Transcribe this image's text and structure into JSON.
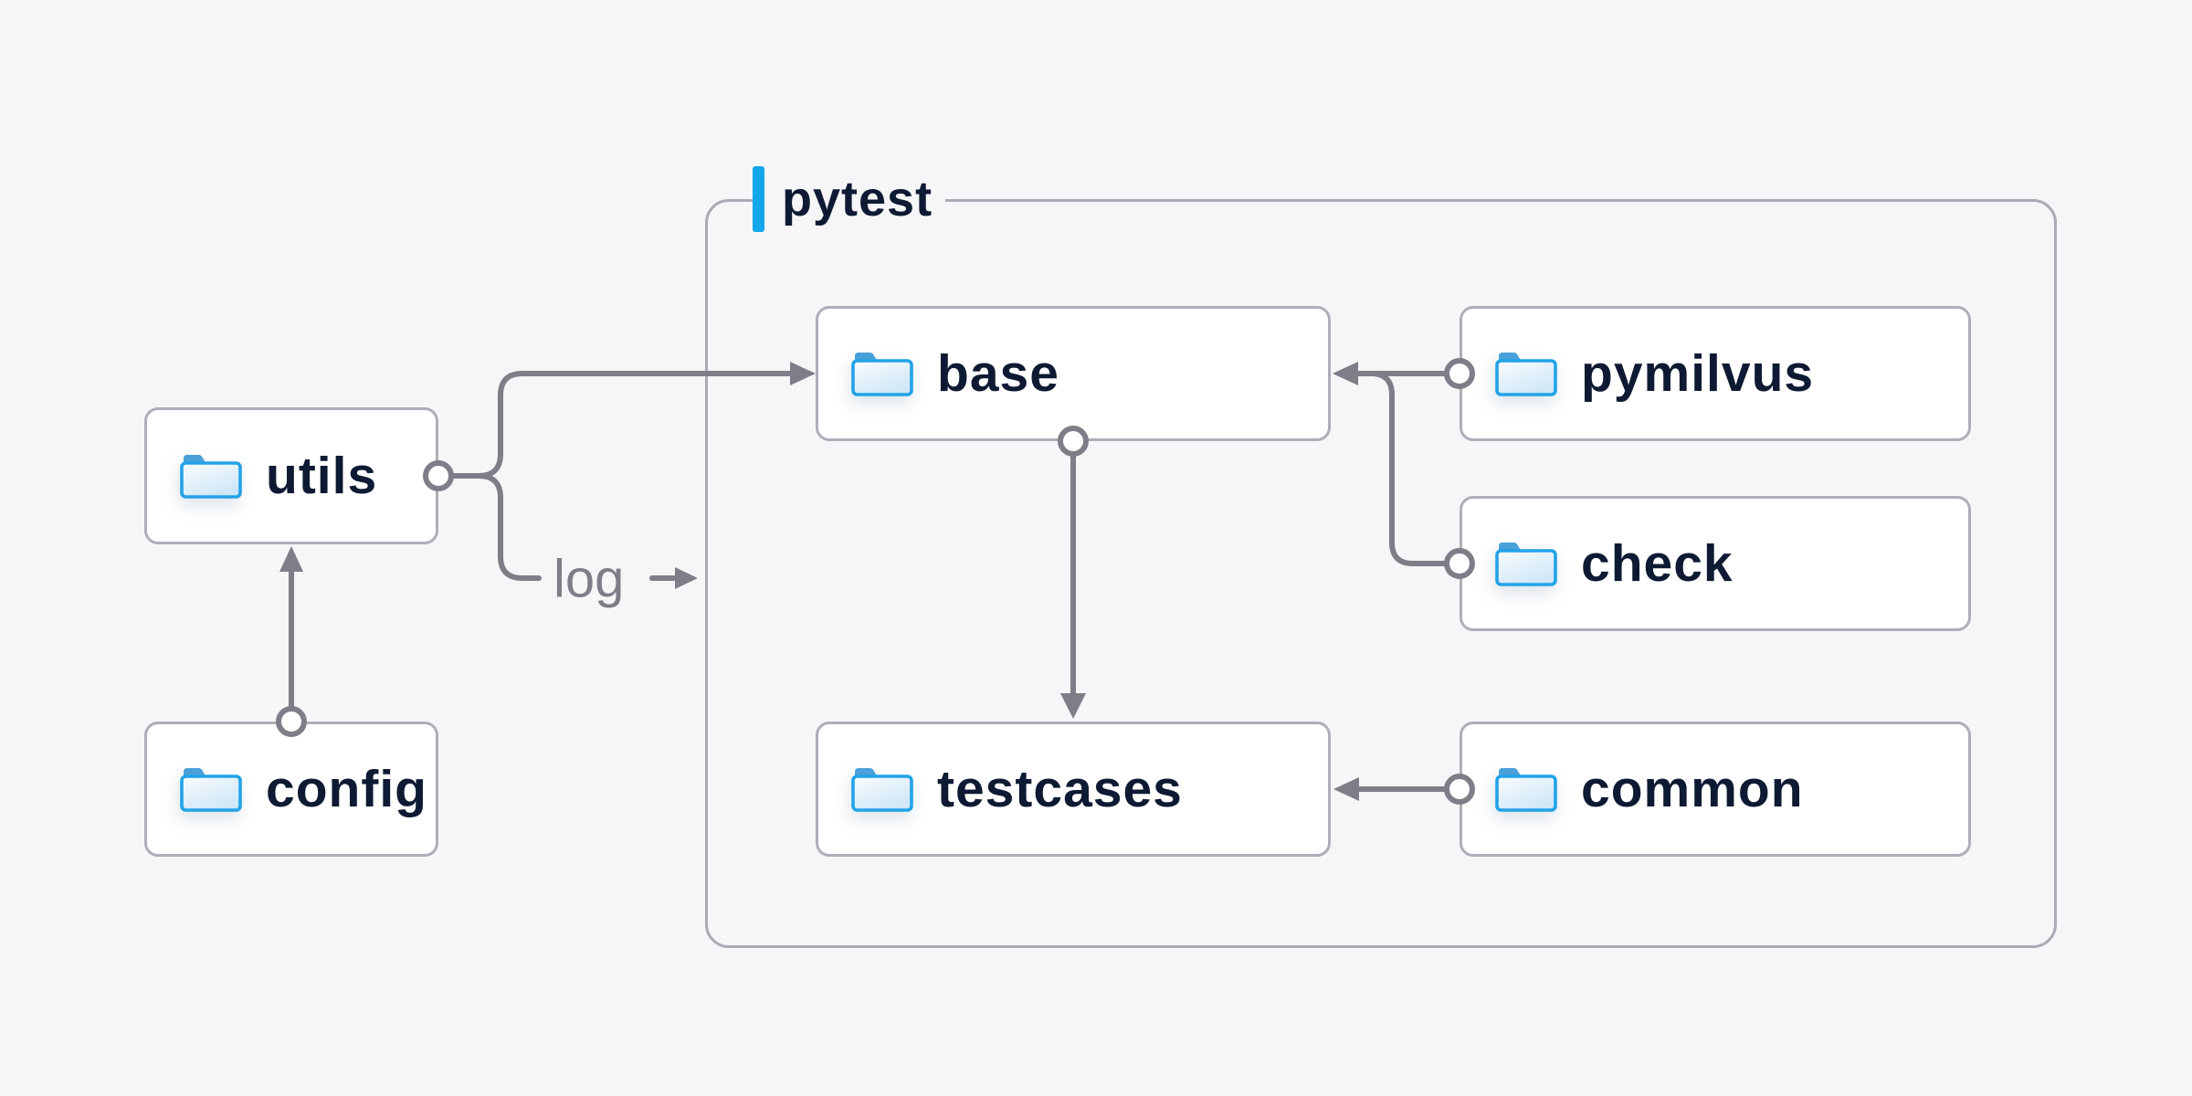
{
  "diagram": {
    "group": {
      "label": "pytest"
    },
    "nodes": {
      "utils": {
        "label": "utils",
        "icon": "folder"
      },
      "config": {
        "label": "config",
        "icon": "folder"
      },
      "base": {
        "label": "base",
        "icon": "folder"
      },
      "pymilvus": {
        "label": "pymilvus",
        "icon": "folder"
      },
      "check": {
        "label": "check",
        "icon": "folder"
      },
      "testcases": {
        "label": "testcases",
        "icon": "folder"
      },
      "common": {
        "label": "common",
        "icon": "folder"
      }
    },
    "edge_labels": {
      "log": "log"
    },
    "connections": [
      {
        "from": "config",
        "to": "utils"
      },
      {
        "from": "utils",
        "to": "base"
      },
      {
        "from": "utils",
        "to": "log"
      },
      {
        "from": "pymilvus",
        "to": "base"
      },
      {
        "from": "check",
        "to": "base"
      },
      {
        "from": "base",
        "to": "testcases"
      },
      {
        "from": "common",
        "to": "testcases"
      }
    ],
    "colors": {
      "background": "#f6f6f8",
      "node_background": "#ffffff",
      "node_border": "#aeaeb8",
      "group_border": "#a9abb5",
      "text_navy": "#0e1a33",
      "line_gray": "#7d7e88",
      "accent_blue": "#12a7ea",
      "folder_stroke": "#22a3e9"
    }
  }
}
